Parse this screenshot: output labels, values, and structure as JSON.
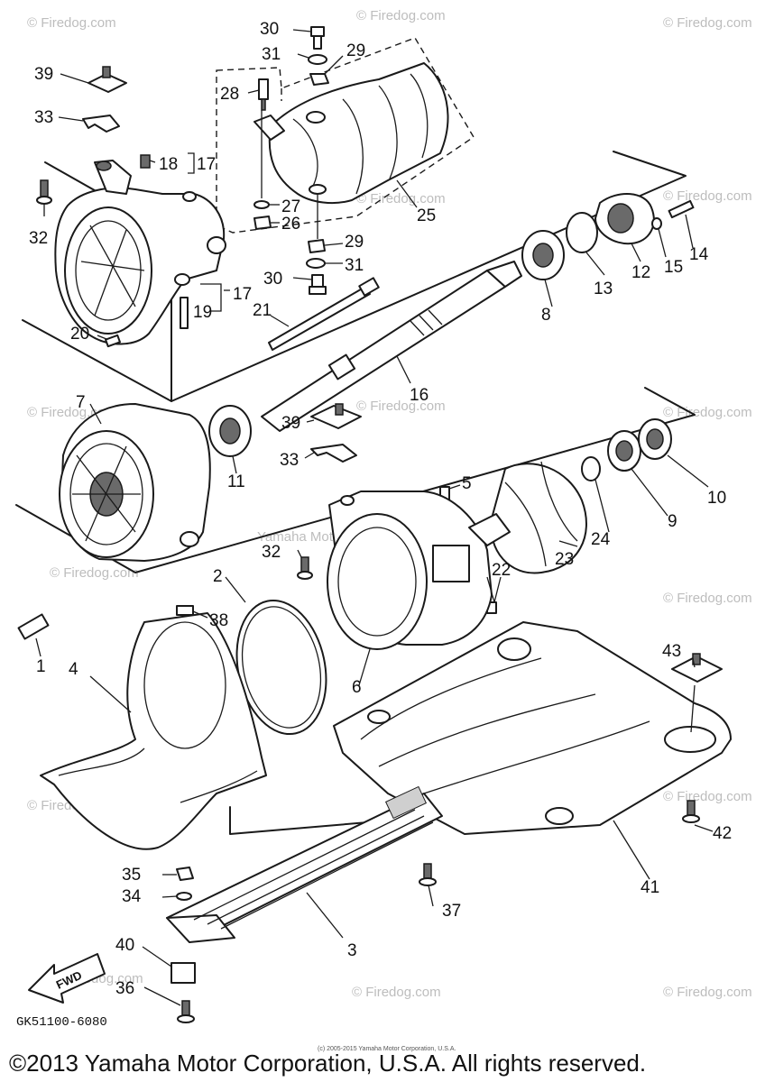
{
  "diagram_code": "GK51100-6080",
  "copyright": "©2013 Yamaha Motor Corporation, U.S.A. All rights reserved.",
  "copyright_small": "(c) 2005-2015 Yamaha Motor Corporation, U.S.A.",
  "watermarks": {
    "firedog": "© Firedog.com",
    "yamaha": "Yamaha Motor Corp. USA"
  },
  "direction_arrow": "FWD",
  "labels": {
    "p1": "1",
    "p2": "2",
    "p3": "3",
    "p4": "4",
    "p5": "5",
    "p6": "6",
    "p7": "7",
    "p8": "8",
    "p9": "9",
    "p10": "10",
    "p11": "11",
    "p12": "12",
    "p13": "13",
    "p14": "14",
    "p15": "15",
    "p16": "16",
    "p17": "17",
    "p18": "18",
    "p19": "19",
    "p20": "20",
    "p21": "21",
    "p22": "22",
    "p23": "23",
    "p24": "24",
    "p25": "25",
    "p26": "26",
    "p27": "27",
    "p28": "28",
    "p29": "29",
    "p30": "30",
    "p31": "31",
    "p32": "32",
    "p33": "33",
    "p34": "34",
    "p35": "35",
    "p36": "36",
    "p37": "37",
    "p38": "38",
    "p39": "39",
    "p40": "40",
    "p41": "41",
    "p42": "42",
    "p43": "43"
  }
}
